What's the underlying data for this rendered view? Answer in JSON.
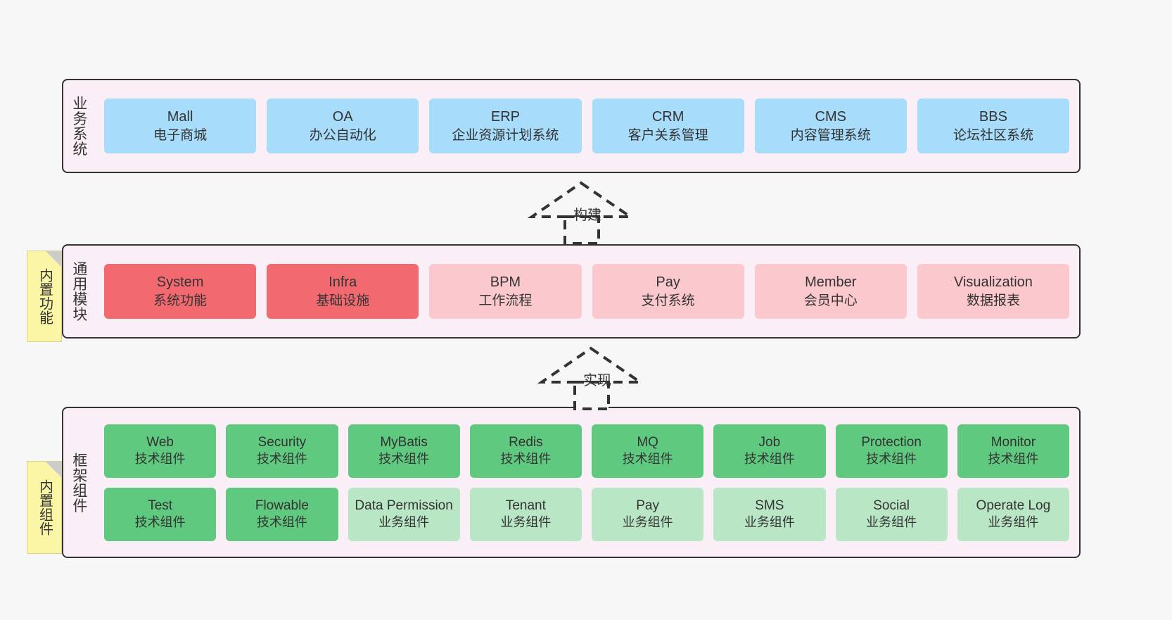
{
  "diagram": {
    "background": "#f7f7f7",
    "colors": {
      "layer_fill": "#FAEEF7",
      "layer_border": "#333333",
      "business_card": "#A8DCFB",
      "module_strong": "#F26A70",
      "module_soft": "#FBC8CE",
      "tech_component": "#5FC97F",
      "business_component": "#B9E7C5",
      "note_fill": "#FBF6A6",
      "note_fold": "#CCCCCC"
    }
  },
  "layers": {
    "business": {
      "title": "业务系统",
      "cards": [
        {
          "name": "Mall",
          "desc": "电子商城"
        },
        {
          "name": "OA",
          "desc": "办公自动化"
        },
        {
          "name": "ERP",
          "desc": "企业资源计划系统"
        },
        {
          "name": "CRM",
          "desc": "客户关系管理"
        },
        {
          "name": "CMS",
          "desc": "内容管理系统"
        },
        {
          "name": "BBS",
          "desc": "论坛社区系统"
        }
      ]
    },
    "modules": {
      "title": "通用模块",
      "note": "内置功能",
      "cards": [
        {
          "name": "System",
          "desc": "系统功能",
          "style": "accent-strong"
        },
        {
          "name": "Infra",
          "desc": "基础设施",
          "style": "accent-strong"
        },
        {
          "name": "BPM",
          "desc": "工作流程",
          "style": "accent-soft"
        },
        {
          "name": "Pay",
          "desc": "支付系统",
          "style": "accent-soft"
        },
        {
          "name": "Member",
          "desc": "会员中心",
          "style": "accent-soft"
        },
        {
          "name": "Visualization",
          "desc": "数据报表",
          "style": "accent-soft"
        }
      ]
    },
    "framework": {
      "title": "框架组件",
      "note": "内置组件",
      "row1": [
        {
          "name": "Web",
          "desc": "技术组件",
          "style": "tech"
        },
        {
          "name": "Security",
          "desc": "技术组件",
          "style": "tech"
        },
        {
          "name": "MyBatis",
          "desc": "技术组件",
          "style": "tech"
        },
        {
          "name": "Redis",
          "desc": "技术组件",
          "style": "tech"
        },
        {
          "name": "MQ",
          "desc": "技术组件",
          "style": "tech"
        },
        {
          "name": "Job",
          "desc": "技术组件",
          "style": "tech"
        },
        {
          "name": "Protection",
          "desc": "技术组件",
          "style": "tech"
        },
        {
          "name": "Monitor",
          "desc": "技术组件",
          "style": "tech"
        }
      ],
      "row2": [
        {
          "name": "Test",
          "desc": "技术组件",
          "style": "tech"
        },
        {
          "name": "Flowable",
          "desc": "技术组件",
          "style": "tech"
        },
        {
          "name": "Data Permission",
          "desc": "业务组件",
          "style": "biz"
        },
        {
          "name": "Tenant",
          "desc": "业务组件",
          "style": "biz"
        },
        {
          "name": "Pay",
          "desc": "业务组件",
          "style": "biz"
        },
        {
          "name": "SMS",
          "desc": "业务组件",
          "style": "biz"
        },
        {
          "name": "Social",
          "desc": "业务组件",
          "style": "biz"
        },
        {
          "name": "Operate Log",
          "desc": "业务组件",
          "style": "biz"
        }
      ]
    }
  },
  "connectors": [
    {
      "label": "构建",
      "id": "build-connector"
    },
    {
      "label": "实现",
      "id": "implement-connector"
    }
  ]
}
